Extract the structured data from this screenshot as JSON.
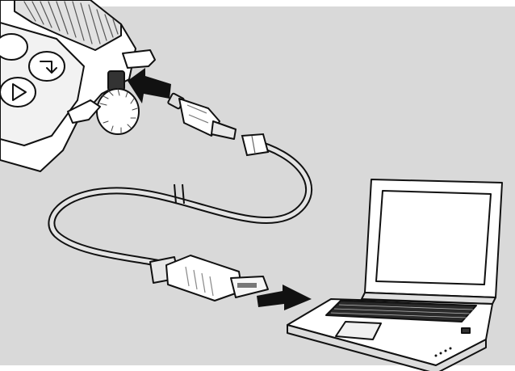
{
  "illustration": {
    "subject": "usb-connection-diagram",
    "parts": [
      "device",
      "mini-usb-plug",
      "ferrite-core",
      "usb-cable",
      "cable-break-mark",
      "usb-a-plug",
      "laptop"
    ],
    "arrows": [
      "insert-into-device-arrow",
      "insert-into-laptop-arrow"
    ]
  },
  "colors": {
    "background": "#d9d9d9",
    "outline": "#111111",
    "body": "#ffffff",
    "shade": "#cfcfcf",
    "dark": "#222222"
  }
}
